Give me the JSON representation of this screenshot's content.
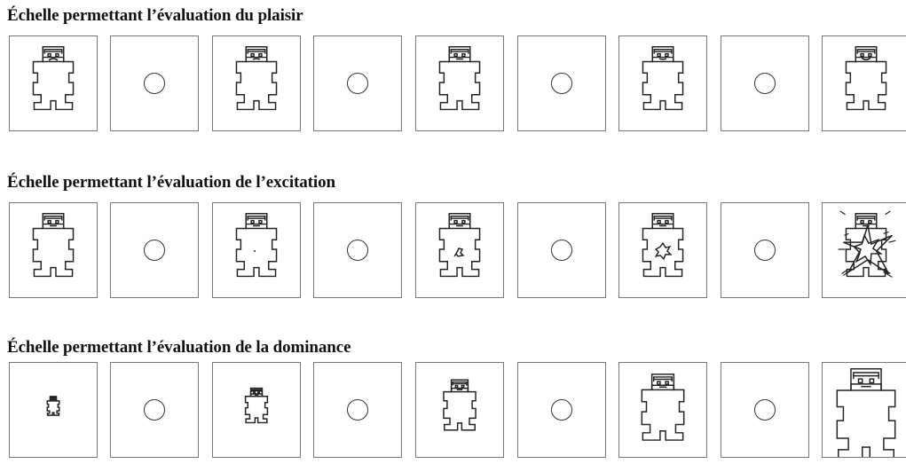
{
  "scales": [
    {
      "id": "plaisir",
      "title": "Échelle permettant l’évaluation du plaisir",
      "mouths": [
        "sad",
        "slight-sad",
        "neutral",
        "slight-smile",
        "smile"
      ]
    },
    {
      "id": "excitation",
      "title": "Échelle permettant l’évaluation de l’excitation",
      "arousal": [
        0,
        1,
        2,
        3,
        4
      ]
    },
    {
      "id": "dominance",
      "title": "Échelle permettant l’évaluation de la dominance",
      "size_level": [
        1,
        2,
        3,
        4,
        5
      ]
    }
  ],
  "icons": {
    "manikin": "sam-manikin-icon",
    "choice": "choice-circle-icon"
  }
}
